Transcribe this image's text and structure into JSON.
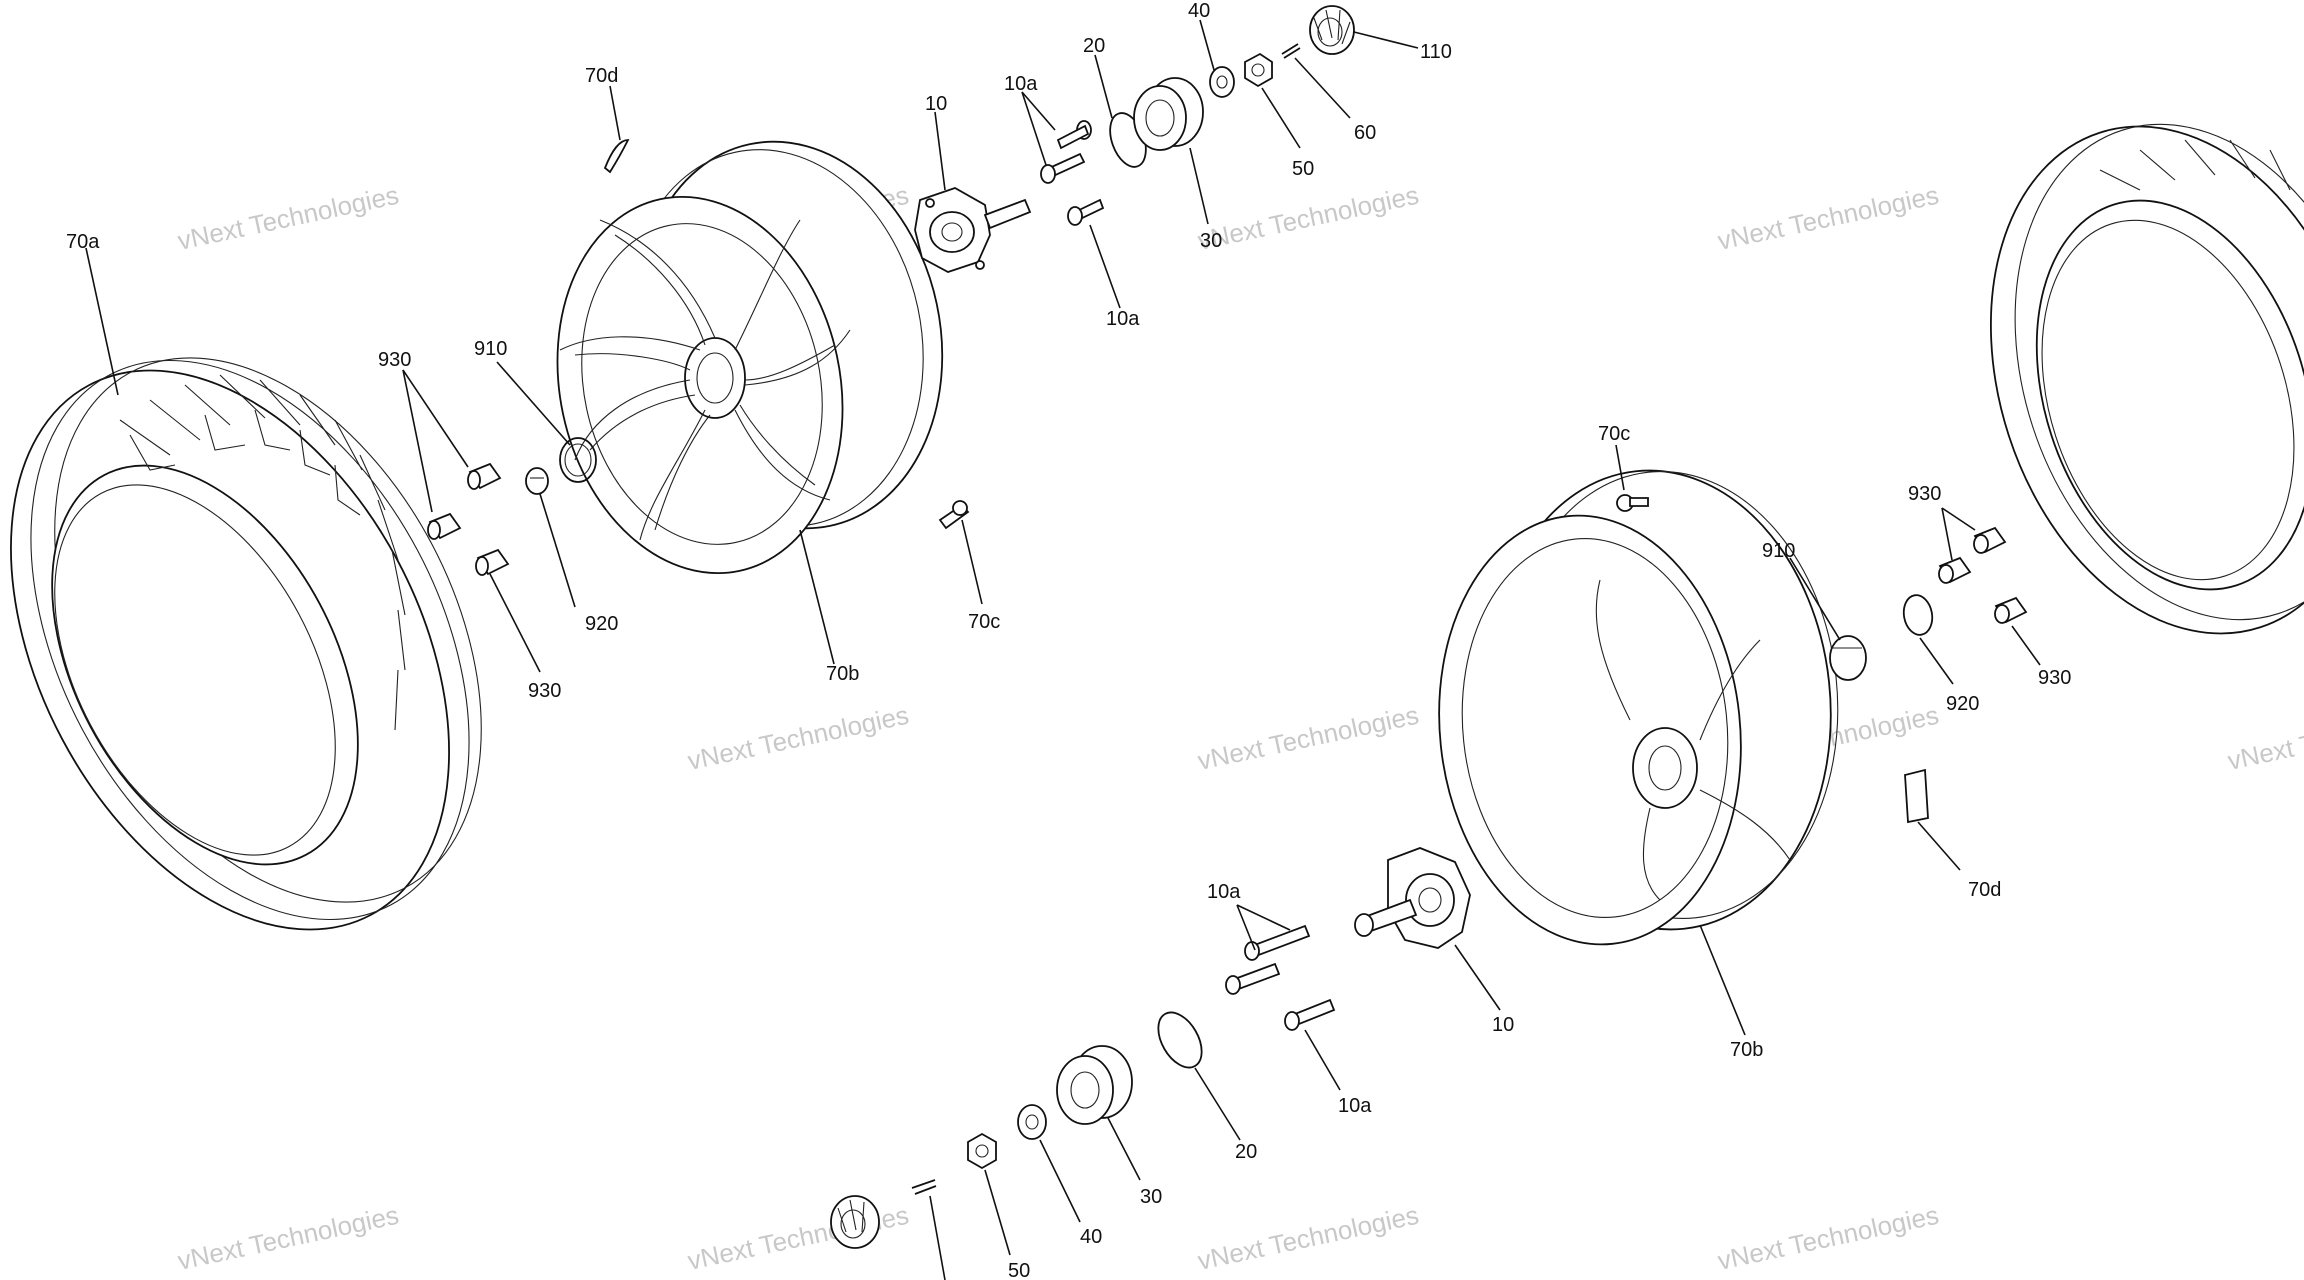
{
  "watermark": {
    "line1": "vNext Technologies",
    "line2": "Technologies"
  },
  "callouts": {
    "c70a": "70a",
    "c70d_top": "70d",
    "c930_left": "930",
    "c910_left": "910",
    "c920_left": "920",
    "c930_left2": "930",
    "c70b_left": "70b",
    "c70c_left": "70c",
    "c10_top": "10",
    "c10a_top": "10a",
    "c10a_top2": "10a",
    "c20_top": "20",
    "c30_top": "30",
    "c40_top": "40",
    "c50_top": "50",
    "c60_top": "60",
    "c110_top": "110",
    "c70c_right": "70c",
    "c910_right": "910",
    "c930_right": "930",
    "c920_right": "920",
    "c930_right2": "930",
    "c70d_right": "70d",
    "c70b_right": "70b",
    "c10_bottom": "10",
    "c10a_bottom": "10a",
    "c10a_bottom2": "10a",
    "c20_bottom": "20",
    "c30_bottom": "30",
    "c40_bottom": "40",
    "c50_bottom": "50"
  }
}
